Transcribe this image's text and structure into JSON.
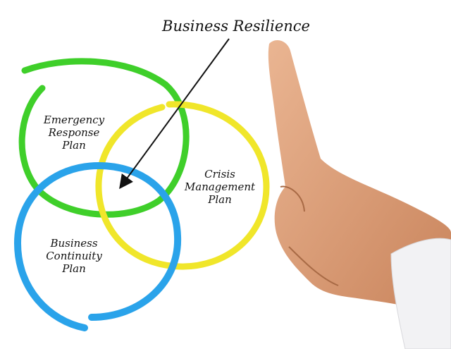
{
  "title": "Business Resilience",
  "circles": [
    {
      "id": "emergency",
      "lines": [
        "Emergency",
        "Response",
        "Plan"
      ],
      "color": "#3fcf2a"
    },
    {
      "id": "crisis",
      "lines": [
        "Crisis",
        "Management",
        "Plan"
      ],
      "color": "#f0e62a"
    },
    {
      "id": "continuity",
      "lines": [
        "Business",
        "Continuity",
        "Plan"
      ],
      "color": "#2aa3ea"
    }
  ],
  "colors": {
    "skin": "#e2a57e",
    "skin_shadow": "#b9754d",
    "sleeve": "#f2f2f4",
    "arrow": "#111111"
  }
}
